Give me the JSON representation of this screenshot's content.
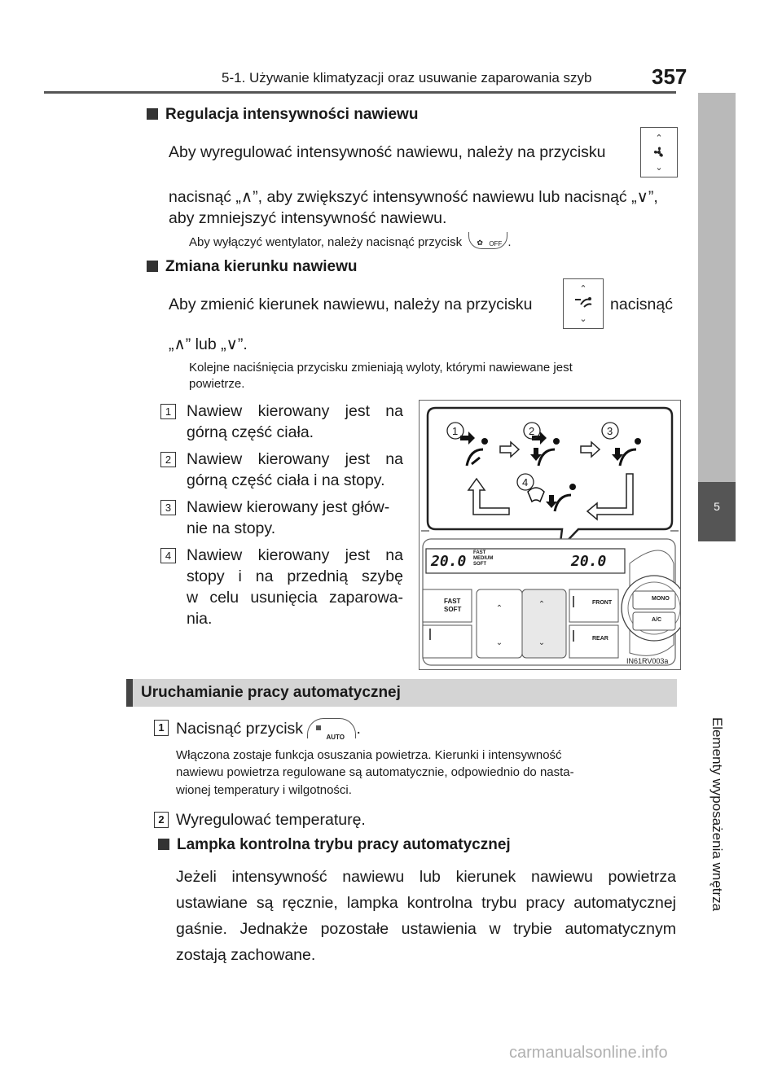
{
  "header": {
    "title": "5-1. Używanie klimatyzacji oraz usuwanie zaparowania szyb",
    "page_number": "357"
  },
  "side_tab": {
    "number": "5",
    "label": "Elementy wyposażenia wnętrza"
  },
  "section1": {
    "heading": "Regulacja intensywności nawiewu",
    "line1": "Aby wyregulować intensywność nawiewu, należy na przycisku",
    "line2": "nacisnąć „∧”, aby zwiększyć intensywność nawiewu lub nacisnąć „∨”,",
    "line3": "aby zmniejszyć intensywność nawiewu.",
    "note_pre": "Aby wyłączyć wentylator, należy nacisnąć przycisk",
    "note_post": ".",
    "off_label": "OFF"
  },
  "section2": {
    "heading": "Zmiana kierunku nawiewu",
    "line1": "Aby zmienić kierunek nawiewu, należy na przycisku",
    "line1_end": "nacisnąć",
    "line2": "„∧” lub „∨”.",
    "note1": "Kolejne naciśnięcia przycisku zmieniają wyloty, którymi nawiewane jest",
    "note2": "powietrze."
  },
  "list": [
    {
      "num": "1",
      "lines": [
        "Nawiew kierowany jest na",
        "górną część ciała."
      ]
    },
    {
      "num": "2",
      "lines": [
        "Nawiew kierowany jest na",
        "górną część ciała i na stopy."
      ]
    },
    {
      "num": "3",
      "lines": [
        "Nawiew kierowany jest głów-",
        "nie na stopy."
      ]
    },
    {
      "num": "4",
      "lines": [
        "Nawiew kierowany jest na",
        "stopy i na przednią szybę",
        "w celu usunięcia zaparowa-",
        "nia."
      ]
    }
  ],
  "figure": {
    "callouts": [
      "1",
      "2",
      "3",
      "4"
    ],
    "display_left": "20.0",
    "display_right": "20.0",
    "fan_labels": [
      "FAST",
      "MEDIUM",
      "SOFT"
    ],
    "btn_fast": "FAST",
    "btn_soft": "SOFT",
    "btn_front": "FRONT",
    "btn_rear": "REAR",
    "btn_mono": "MONO",
    "btn_ac": "A/C",
    "code": "IN61RV003a"
  },
  "section3": {
    "bar_title": "Uruchamianie pracy automatycznej",
    "step1_num": "1",
    "step1_pre": "Nacisnąć przycisk",
    "step1_post": ".",
    "auto_label": "AUTO",
    "note1": "Włączona zostaje funkcja osuszania powietrza. Kierunki i intensywność",
    "note2": "nawiewu powietrza regulowane są automatycznie, odpowiednio do nasta-",
    "note3": "wionej temperatury i wilgotności.",
    "step2_num": "2",
    "step2": "Wyregulować temperaturę.",
    "sub_heading": "Lampka kontrolna trybu pracy automatycznej",
    "para": [
      "Jeżeli intensywność nawiewu lub kierunek nawiewu powietrza",
      "ustawiane są ręcznie, lampka kontrolna trybu pracy automatycznej",
      "gaśnie. Jednakże pozostałe ustawienia w trybie automatycznym",
      "zostają zachowane."
    ]
  },
  "footer": {
    "watermark": "carmanualsonline.info"
  },
  "icons": [
    "fan-icon",
    "airflow-icon",
    "arrow-icon",
    "defrost-icon",
    "chevron-up-icon",
    "chevron-down-icon"
  ],
  "colors": {
    "tab_light": "#b9b9b9",
    "tab_dark": "#555555",
    "bar": "#d4d4d4"
  }
}
